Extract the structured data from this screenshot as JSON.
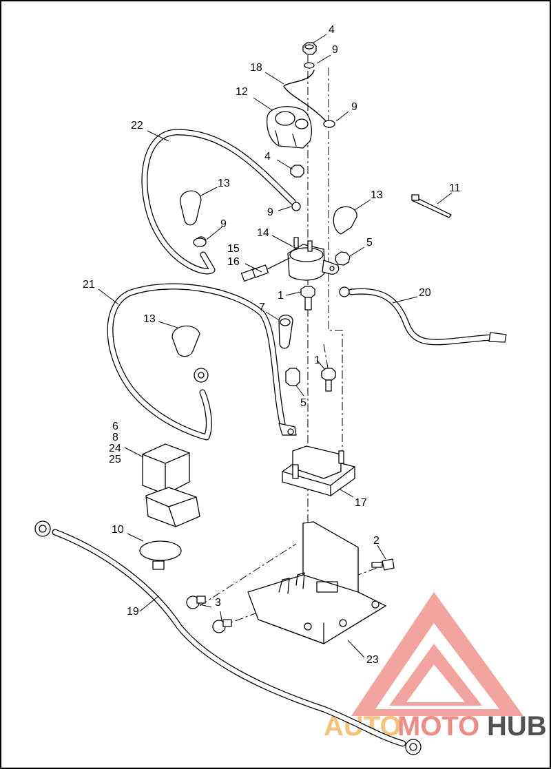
{
  "diagram": {
    "callouts": [
      {
        "id": "c4a",
        "text": "4"
      },
      {
        "id": "c9a",
        "text": "9"
      },
      {
        "id": "c18",
        "text": "18"
      },
      {
        "id": "c12",
        "text": "12"
      },
      {
        "id": "c9b",
        "text": "9"
      },
      {
        "id": "c22",
        "text": "22"
      },
      {
        "id": "c4b",
        "text": "4"
      },
      {
        "id": "c13a",
        "text": "13"
      },
      {
        "id": "c13b",
        "text": "13"
      },
      {
        "id": "c11",
        "text": "11"
      },
      {
        "id": "c9c",
        "text": "9"
      },
      {
        "id": "c9d",
        "text": "9"
      },
      {
        "id": "c14",
        "text": "14"
      },
      {
        "id": "c15",
        "text": "15"
      },
      {
        "id": "c16",
        "text": "16"
      },
      {
        "id": "c5a",
        "text": "5"
      },
      {
        "id": "c21",
        "text": "21"
      },
      {
        "id": "c1a",
        "text": "1"
      },
      {
        "id": "c20",
        "text": "20"
      },
      {
        "id": "c7",
        "text": "7"
      },
      {
        "id": "c13c",
        "text": "13"
      },
      {
        "id": "c1b",
        "text": "1"
      },
      {
        "id": "c5b",
        "text": "5"
      },
      {
        "id": "c6",
        "text": "6"
      },
      {
        "id": "c8",
        "text": "8"
      },
      {
        "id": "c24",
        "text": "24"
      },
      {
        "id": "c25",
        "text": "25"
      },
      {
        "id": "c17",
        "text": "17"
      },
      {
        "id": "c10",
        "text": "10"
      },
      {
        "id": "c2",
        "text": "2"
      },
      {
        "id": "c3",
        "text": "3"
      },
      {
        "id": "c19",
        "text": "19"
      },
      {
        "id": "c23",
        "text": "23"
      }
    ]
  },
  "watermark": {
    "part1": "AUTO",
    "part2": "MOTO",
    "part3": "HUB",
    "color_primary": "#f08a84",
    "color_secondary": "#f5c27a",
    "color_dark": "#505050"
  }
}
